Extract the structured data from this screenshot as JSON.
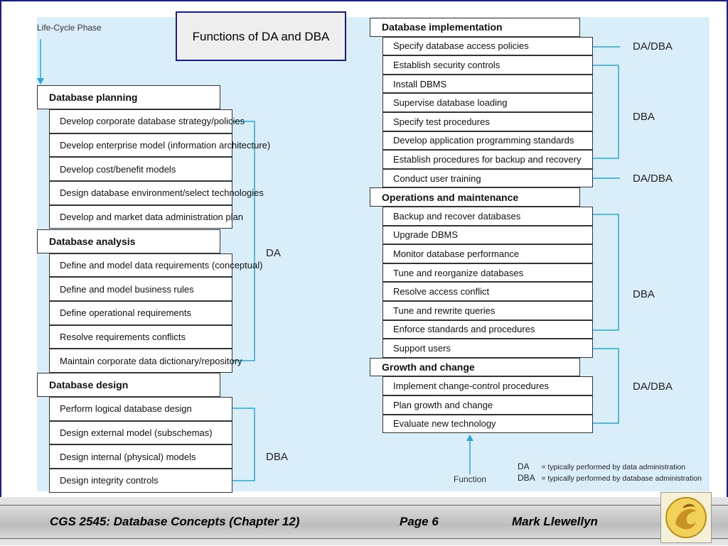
{
  "title": "Functions of DA and DBA",
  "lifecycle_label": "Life-Cycle Phase",
  "function_label": "Function",
  "left_phases": [
    {
      "heading": "Database planning",
      "tasks": [
        "Develop corporate database strategy/policies",
        "Develop enterprise model (information architecture)",
        "Develop cost/benefit models",
        "Design database environment/select technologies",
        "Develop and market data administration plan"
      ]
    },
    {
      "heading": "Database analysis",
      "tasks": [
        "Define and model data requirements (conceptual)",
        "Define and model business rules",
        "Define operational requirements",
        "Resolve requirements conflicts",
        "Maintain corporate data dictionary/repository"
      ]
    },
    {
      "heading": "Database design",
      "tasks": [
        "Perform logical database design",
        "Design external model (subschemas)",
        "Design internal (physical) models",
        "Design integrity controls"
      ]
    }
  ],
  "right_phases": [
    {
      "heading": "Database implementation",
      "tasks": [
        "Specify database access policies",
        "Establish security controls",
        "Install DBMS",
        "Supervise database loading",
        "Specify test procedures",
        "Develop application programming standards",
        "Establish procedures for backup and recovery",
        "Conduct user training"
      ]
    },
    {
      "heading": "Operations and maintenance",
      "tasks": [
        "Backup and recover databases",
        "Upgrade DBMS",
        "Monitor database performance",
        "Tune and reorganize databases",
        "Resolve access conflict",
        "Tune and rewrite queries",
        "Enforce standards and procedures",
        "Support users"
      ]
    },
    {
      "heading": "Growth and change",
      "tasks": [
        "Implement change-control procedures",
        "Plan growth and change",
        "Evaluate new technology"
      ]
    }
  ],
  "roles": {
    "left_da": "DA",
    "left_dba": "DBA",
    "r1": "DA/DBA",
    "r2": "DBA",
    "r3": "DA/DBA",
    "r4": "DBA",
    "r5": "DA/DBA"
  },
  "legend": [
    {
      "abbr": "DA",
      "text": "= typically performed by data administration"
    },
    {
      "abbr": "DBA",
      "text": "= typically performed by database administration"
    }
  ],
  "footer": {
    "course": "CGS 2545: Database Concepts  (Chapter 12)",
    "page": "Page 6",
    "author": "Mark Llewellyn"
  },
  "colors": {
    "panel": "#d9eef9",
    "bracket": "#29a8d8",
    "title_border": "#1c1c8c"
  },
  "icons": {
    "logo": "ucf-pegasus-logo-icon"
  }
}
